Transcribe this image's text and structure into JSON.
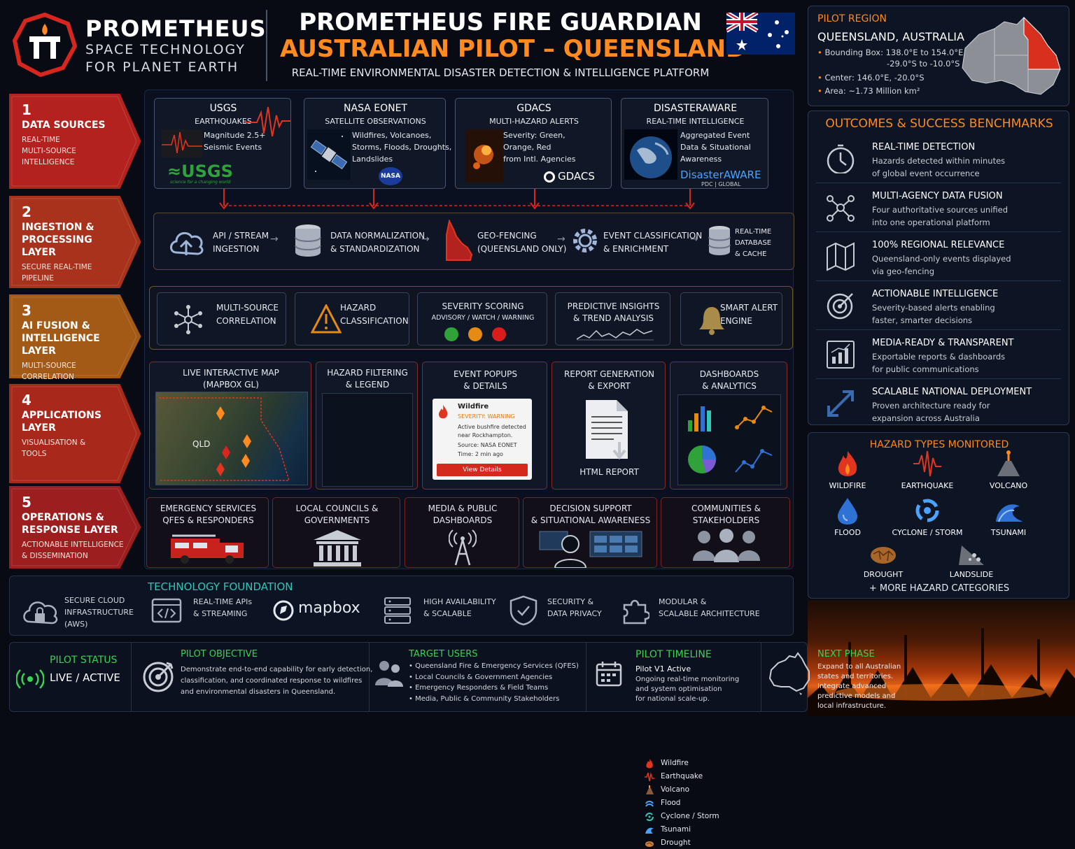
{
  "header": {
    "brand_name": "PROMETHEUS",
    "brand_tagline_1": "SPACE TECHNOLOGY",
    "brand_tagline_2": "FOR PLANET EARTH",
    "title": "PROMETHEUS FIRE GUARDIAN",
    "subtitle": "AUSTRALIAN PILOT – QUEENSLAND",
    "tagline": "REAL-TIME ENVIRONMENTAL DISASTER DETECTION & INTELLIGENCE PLATFORM"
  },
  "pilot_region": {
    "heading": "PILOT REGION",
    "name": "QUEENSLAND, AUSTRALIA",
    "bbox_1": "Bounding Box: 138.0°E to 154.0°E",
    "bbox_2": "-29.0°S to -10.0°S",
    "center": "Center: 146.0°E, -20.0°S",
    "area": "Area:  ~1.73 Million km²",
    "highlight_color": "#d7301f"
  },
  "layers": [
    {
      "num": "1",
      "title_1": "DATA SOURCES",
      "title_2": "",
      "title_3": "",
      "sub_1": "REAL-TIME",
      "sub_2": "MULTI-SOURCE",
      "sub_3": "INTELLIGENCE",
      "color": "#b3221e"
    },
    {
      "num": "2",
      "title_1": "INGESTION &",
      "title_2": "PROCESSING",
      "title_3": "LAYER",
      "sub_1": "SECURE REAL-TIME",
      "sub_2": "PIPELINE",
      "sub_3": "",
      "color": "#a8321c"
    },
    {
      "num": "3",
      "title_1": "AI FUSION &",
      "title_2": "INTELLIGENCE",
      "title_3": "LAYER",
      "sub_1": "MULTI-SOURCE",
      "sub_2": "CORRELATION",
      "sub_3": "",
      "color": "#a35a16"
    },
    {
      "num": "4",
      "title_1": "APPLICATIONS",
      "title_2": "LAYER",
      "title_3": "",
      "sub_1": "VISUALISATION &",
      "sub_2": "TOOLS",
      "sub_3": "",
      "color": "#a8281c"
    },
    {
      "num": "5",
      "title_1": "OPERATIONS &",
      "title_2": "RESPONSE LAYER",
      "title_3": "",
      "sub_1": "ACTIONABLE INTELLIGENCE",
      "sub_2": "& DISSEMINATION",
      "sub_3": "",
      "color": "#9c1e1e"
    }
  ],
  "sources": [
    {
      "name": "USGS",
      "sub": "EARTHQUAKES",
      "d1": "Magnitude 2.5+",
      "d2": "Seismic Events",
      "d3": "",
      "logo": "≈USGS",
      "logo_sub": "science for a changing world"
    },
    {
      "name": "NASA EONET",
      "sub": "SATELLITE OBSERVATIONS",
      "d1": "Wildfires, Volcanoes,",
      "d2": "Storms, Floods, Droughts,",
      "d3": "Landslides",
      "logo": "NASA",
      "logo_sub": ""
    },
    {
      "name": "GDACS",
      "sub": "MULTI-HAZARD ALERTS",
      "d1": "Severity: Green,",
      "d2": "Orange, Red",
      "d3": "from Intl. Agencies",
      "logo": "GDACS",
      "logo_sub": ""
    },
    {
      "name": "DISASTERAWARE",
      "sub": "REAL-TIME INTELLIGENCE",
      "d1": "Aggregated Event",
      "d2": "Data & Situational",
      "d3": "Awareness",
      "logo": "DisasterAWARE",
      "logo_sub": "PDC | GLOBAL"
    }
  ],
  "ingestion": [
    {
      "l1": "API / STREAM",
      "l2": "INGESTION"
    },
    {
      "l1": "DATA NORMALIZATION",
      "l2": "& STANDARDIZATION"
    },
    {
      "l1": "GEO-FENCING",
      "l2": "(QUEENSLAND ONLY)"
    },
    {
      "l1": "EVENT CLASSIFICATION",
      "l2": "& ENRICHMENT"
    },
    {
      "l1": "REAL-TIME",
      "l2": "DATABASE",
      "l3": "& CACHE"
    }
  ],
  "fusion": [
    {
      "l1": "MULTI-SOURCE",
      "l2": "CORRELATION"
    },
    {
      "l1": "HAZARD",
      "l2": "CLASSIFICATION"
    },
    {
      "l1": "SEVERITY SCORING",
      "l2": "ADVISORY / WATCH / WARNING"
    },
    {
      "l1": "PREDICTIVE INSIGHTS",
      "l2": "& TREND ANALYSIS"
    },
    {
      "l1": "SMART ALERT",
      "l2": "ENGINE"
    }
  ],
  "severity_colors": [
    "#2fa33a",
    "#e58a12",
    "#d91c1c"
  ],
  "apps": {
    "map_title_1": "LIVE INTERACTIVE MAP",
    "map_title_2": "(MAPBOX GL)",
    "map_label": "QLD",
    "filter_title_1": "HAZARD FILTERING",
    "filter_title_2": "& LEGEND",
    "legend": [
      "Wildfire",
      "Earthquake",
      "Volcano",
      "Flood",
      "Cyclone / Storm",
      "Tsunami",
      "Drought"
    ],
    "popup_title_1": "EVENT POPUPS",
    "popup_title_2": "& DETAILS",
    "popup_hazard": "Wildfire",
    "popup_severity": "SEVERITY: WARNING",
    "popup_desc_1": "Active bushfire detected",
    "popup_desc_2": "near Rockhampton.",
    "popup_source": "Source: NASA EONET",
    "popup_time": "Time: 2 min ago",
    "popup_button": "View Details",
    "report_title_1": "REPORT GENERATION",
    "report_title_2": "& EXPORT",
    "report_caption": "HTML REPORT",
    "dash_title_1": "DASHBOARDS",
    "dash_title_2": "& ANALYTICS"
  },
  "operations": [
    {
      "l1": "EMERGENCY SERVICES",
      "l2": "QFES & RESPONDERS"
    },
    {
      "l1": "LOCAL COUNCILS &",
      "l2": "GOVERNMENTS"
    },
    {
      "l1": "MEDIA & PUBLIC",
      "l2": "DASHBOARDS"
    },
    {
      "l1": "DECISION SUPPORT",
      "l2": "& SITUATIONAL AWARENESS"
    },
    {
      "l1": "COMMUNITIES &",
      "l2": "STAKEHOLDERS"
    }
  ],
  "tech": {
    "heading": "TECHNOLOGY FOUNDATION",
    "items": [
      {
        "l1": "SECURE CLOUD",
        "l2": "INFRASTRUCTURE",
        "l3": "(AWS)"
      },
      {
        "l1": "REAL-TIME APIs",
        "l2": "& STREAMING",
        "l3": ""
      },
      {
        "l1": "mapbox",
        "l2": "",
        "l3": ""
      },
      {
        "l1": "HIGH AVAILABILITY",
        "l2": "& SCALABLE",
        "l3": ""
      },
      {
        "l1": "SECURITY &",
        "l2": "DATA PRIVACY",
        "l3": ""
      },
      {
        "l1": "MODULAR &",
        "l2": "SCALABLE ARCHITECTURE",
        "l3": ""
      }
    ]
  },
  "outcomes": {
    "heading": "OUTCOMES & SUCCESS BENCHMARKS",
    "items": [
      {
        "title": "REAL-TIME DETECTION",
        "d1": "Hazards detected within minutes",
        "d2": "of global event occurrence"
      },
      {
        "title": "MULTI-AGENCY DATA FUSION",
        "d1": "Four authoritative sources unified",
        "d2": "into one operational platform"
      },
      {
        "title": "100% REGIONAL RELEVANCE",
        "d1": "Queensland-only events displayed",
        "d2": "via geo-fencing"
      },
      {
        "title": "ACTIONABLE INTELLIGENCE",
        "d1": "Severity-based alerts enabling",
        "d2": "faster, smarter decisions"
      },
      {
        "title": "MEDIA-READY & TRANSPARENT",
        "d1": "Exportable reports & dashboards",
        "d2": "for public communications"
      },
      {
        "title": "SCALABLE NATIONAL DEPLOYMENT",
        "d1": "Proven architecture ready for",
        "d2": "expansion across Australia"
      }
    ]
  },
  "hazards": {
    "heading": "HAZARD TYPES MONITORED",
    "items": [
      "WILDFIRE",
      "EARTHQUAKE",
      "VOLCANO",
      "FLOOD",
      "CYCLONE / STORM",
      "TSUNAMI",
      "DROUGHT",
      "LANDSLIDE"
    ],
    "more": "+ MORE HAZARD CATEGORIES"
  },
  "footer": {
    "status_heading": "PILOT STATUS",
    "status_value": "LIVE / ACTIVE",
    "objective_heading": "PILOT OBJECTIVE",
    "objective_1": "Demonstrate end-to-end capability for early detection,",
    "objective_2": "classification, and coordinated response to wildfires",
    "objective_3": "and environmental disasters in Queensland.",
    "users_heading": "TARGET USERS",
    "users": [
      "Queensland Fire & Emergency Services (QFES)",
      "Local Councils & Government Agencies",
      "Emergency Responders & Field Teams",
      "Media, Public & Community Stakeholders"
    ],
    "timeline_heading": "PILOT TIMELINE",
    "timeline_1": "Pilot V1 Active",
    "timeline_2": "Ongoing real-time monitoring",
    "timeline_3": "and system optimisation",
    "timeline_4": "for national scale-up.",
    "next_heading": "NEXT PHASE",
    "next_1": "Expand to all Australian",
    "next_2": "states and territories.",
    "next_3": "Integrate advanced",
    "next_4": "predictive models and",
    "next_5": "local infrastructure."
  }
}
